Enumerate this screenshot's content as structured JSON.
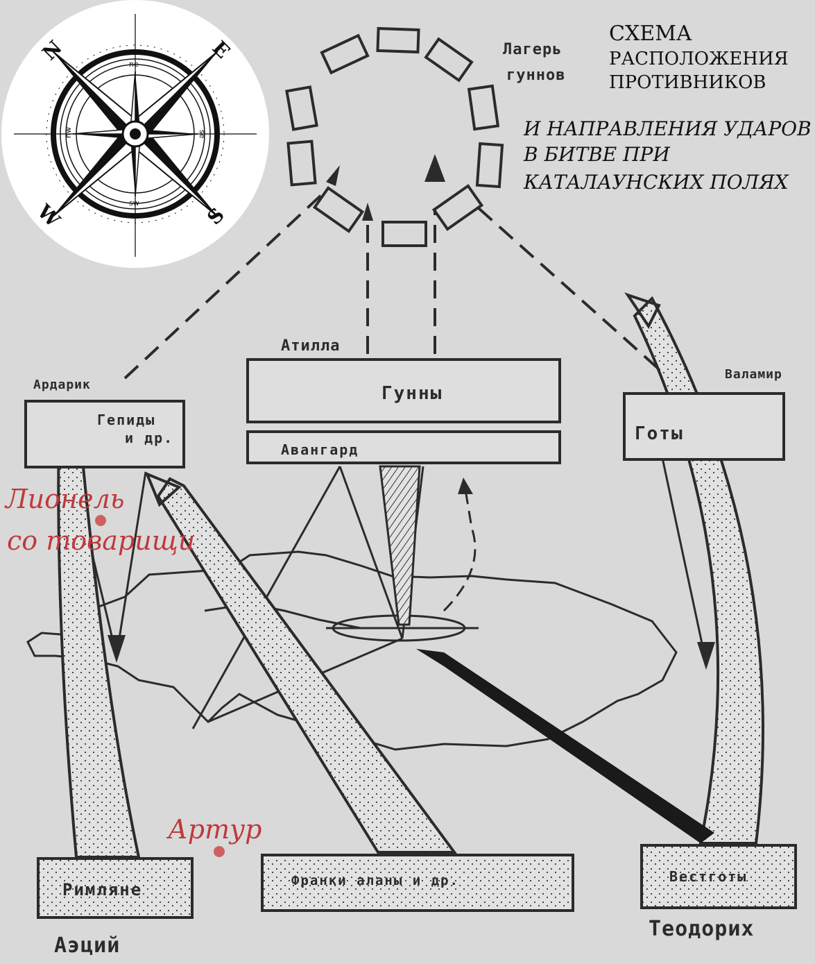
{
  "title": {
    "line1": "СХЕМА",
    "line2": "РАСПОЛОЖЕНИЯ",
    "line3": "ПРОТИВНИКОВ"
  },
  "subtitle": {
    "line1": "И НАПРАВЛЕНИЯ УДАРОВ",
    "line2": "В БИТВЕ ПРИ",
    "line3": "КАТАЛАУНСКИХ ПОЛЯХ"
  },
  "compass": {
    "n": "N",
    "e": "E",
    "s": "S",
    "w": "W",
    "ne": "ne",
    "se": "se",
    "sw": "sw",
    "nw": "nw"
  },
  "camp": {
    "line1": "Лагерь",
    "line2": "гуннов"
  },
  "units": {
    "attila": "Атилла",
    "huns": "Гунны",
    "vanguard": "Авангард",
    "ardarik": "Ардарик",
    "gepids_line1": "Гепиды",
    "gepids_line2": "и др.",
    "valamir": "Валамир",
    "goths": "Готы",
    "romans": "Римляне",
    "aetius": "Аэций",
    "franks": "Франки аланы и др.",
    "visigoths": "Вестготы",
    "theodoric": "Теодорих"
  },
  "annotations": {
    "lionel_line1": "Лионель",
    "lionel_line2": "со товарищи",
    "artur": "Артур"
  },
  "colors": {
    "background": "#d9d9d9",
    "ink": "#2b2b2b",
    "annotation": "#c0393b",
    "marker": "#d06060"
  }
}
